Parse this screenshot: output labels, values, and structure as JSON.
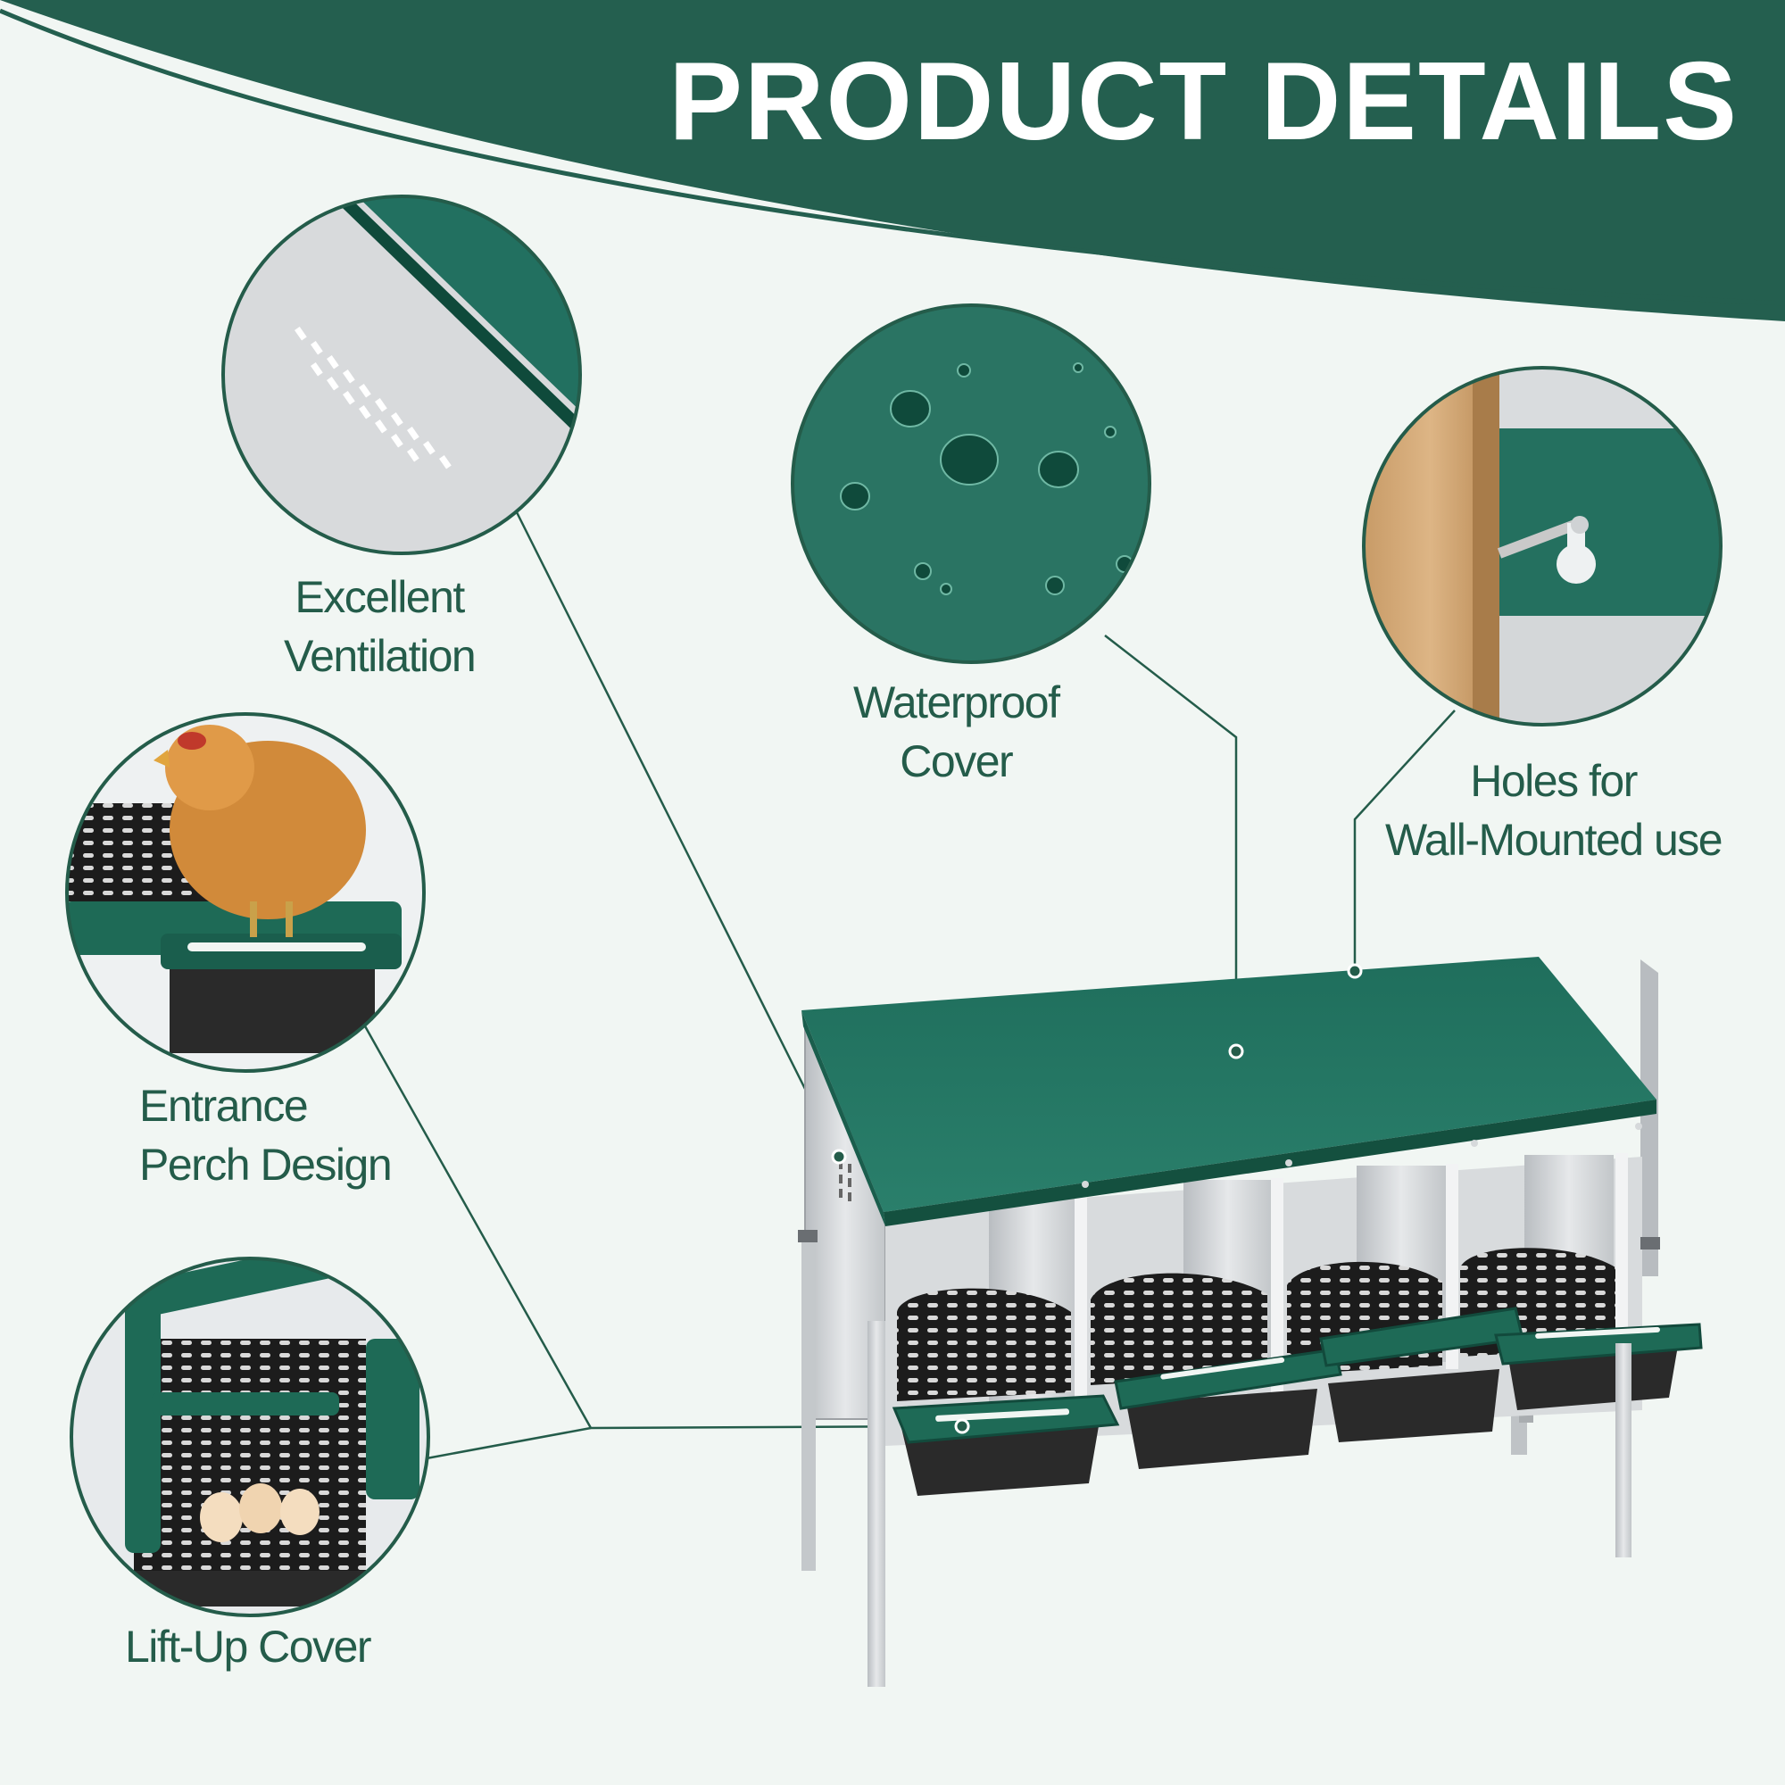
{
  "header": {
    "title": "PRODUCT DETAILS"
  },
  "colors": {
    "brand_green": "#245f4f",
    "label_green": "#245c4a",
    "background": "#f1f6f3"
  },
  "features": [
    {
      "line1": "Excellent",
      "line2": "Ventilation"
    },
    {
      "line1": "Entrance",
      "line2": "Perch Design"
    },
    {
      "line1": "Lift-Up Cover",
      "line2": ""
    },
    {
      "line1": "Waterproof",
      "line2": "Cover"
    },
    {
      "line1": "Holes for",
      "line2": "Wall-Mounted use"
    }
  ]
}
